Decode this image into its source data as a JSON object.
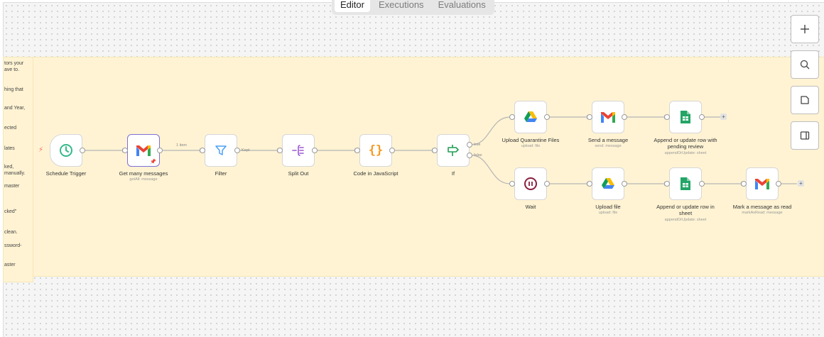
{
  "tabs": [
    {
      "label": "Editor",
      "active": true
    },
    {
      "label": "Executions",
      "active": false
    },
    {
      "label": "Evaluations",
      "active": false
    }
  ],
  "sticky_note_left": {
    "lines": [
      "tors your",
      "ave to.",
      "hing that",
      "and Year,",
      "ected",
      "lates",
      "ked,",
      "manually.",
      "master",
      "cked\"",
      "clean.",
      "ssword-",
      "aster"
    ]
  },
  "nodes": {
    "schedule_trigger": {
      "label": "Schedule Trigger",
      "sublabel": "",
      "icon": "clock-icon"
    },
    "get_many_messages": {
      "label": "Get many messages",
      "sublabel": "getAll: message",
      "icon": "gmail-icon",
      "pinned": true
    },
    "filter": {
      "label": "Filter",
      "sublabel": "",
      "icon": "filter-icon"
    },
    "split_out": {
      "label": "Split Out",
      "sublabel": "",
      "icon": "split-out-icon"
    },
    "code": {
      "label": "Code in JavaScript",
      "sublabel": "",
      "icon": "code-braces-icon"
    },
    "if": {
      "label": "If",
      "sublabel": "",
      "icon": "signpost-icon"
    },
    "upload_quarantine": {
      "label": "Upload Quarantine Files",
      "sublabel": "upload: file",
      "icon": "google-drive-icon"
    },
    "send_message": {
      "label": "Send a message",
      "sublabel": "send: message",
      "icon": "gmail-icon"
    },
    "append_pending": {
      "label": "Append or update row with pending review",
      "sublabel": "appendOrUpdate: sheet",
      "icon": "google-sheets-icon"
    },
    "wait": {
      "label": "Wait",
      "sublabel": "",
      "icon": "pause-icon"
    },
    "upload_file": {
      "label": "Upload file",
      "sublabel": "upload: file",
      "icon": "google-drive-icon"
    },
    "append_sheet": {
      "label": "Append or update row in sheet",
      "sublabel": "appendOrUpdate: sheet",
      "icon": "google-sheets-icon"
    },
    "mark_read": {
      "label": "Mark a message as read",
      "sublabel": "markAsRead: message",
      "icon": "gmail-icon"
    }
  },
  "edge_labels": {
    "items": "1 item",
    "kept": "Kept",
    "true": "true",
    "false": "false"
  },
  "controls": [
    {
      "name": "zoom-in-button",
      "icon": "plus-icon"
    },
    {
      "name": "search-button",
      "icon": "search-icon"
    },
    {
      "name": "sticky-note-button",
      "icon": "note-icon"
    },
    {
      "name": "toggle-panel-button",
      "icon": "panel-icon"
    }
  ],
  "colors": {
    "sticky_bg": "#fff3d3",
    "canvas_bg": "#f5f5f5",
    "selected_border": "#7f6fd6",
    "trigger_icon": "#35b98a"
  }
}
